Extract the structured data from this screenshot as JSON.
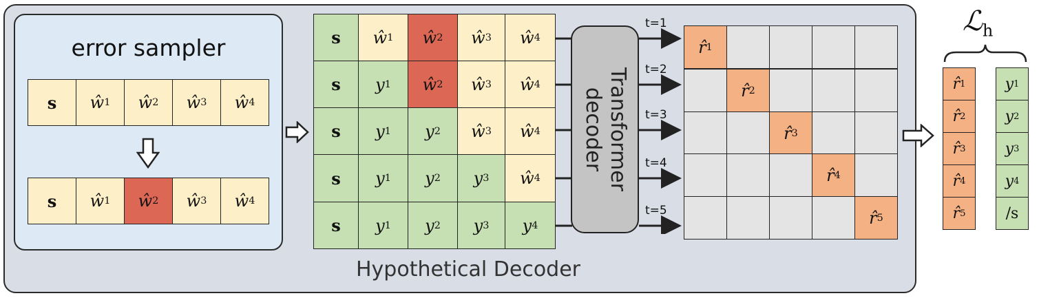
{
  "sampler": {
    "title": "error sampler",
    "row_before": [
      "s",
      "ŵ1",
      "ŵ2",
      "ŵ3",
      "ŵ4"
    ],
    "row_after": [
      "s",
      "ŵ1",
      "ŵ2",
      "ŵ3",
      "ŵ4"
    ],
    "row_after_error_index": 2
  },
  "matrix": {
    "rows": [
      [
        "s",
        "ŵ1",
        "ŵ2",
        "ŵ3",
        "ŵ4"
      ],
      [
        "s",
        "y1",
        "ŵ2",
        "ŵ3",
        "ŵ4"
      ],
      [
        "s",
        "y1",
        "y2",
        "ŵ3",
        "ŵ4"
      ],
      [
        "s",
        "y1",
        "y2",
        "y3",
        "ŵ4"
      ],
      [
        "s",
        "y1",
        "y2",
        "y3",
        "y4"
      ]
    ]
  },
  "decoder": {
    "line1": "Transformer",
    "line2": "decoder"
  },
  "timesteps": [
    "t=1",
    "t=2",
    "t=3",
    "t=4",
    "t=5"
  ],
  "outputs": [
    "r̂1",
    "r̂2",
    "r̂3",
    "r̂4",
    "r̂5"
  ],
  "targets": [
    "y1",
    "y2",
    "y3",
    "y4",
    "/s"
  ],
  "loss_label": "ℒh",
  "caption": "Hypothetical Decoder",
  "colors": {
    "background": "#d8dde6",
    "sampler_bg": "#dde9f5",
    "hypothesis": "#fdf0c8",
    "error": "#dc6754",
    "ground_truth": "#c6e0b4",
    "output": "#f4b183",
    "empty": "#e4e4e4",
    "decoder": "#c4c4c4"
  }
}
